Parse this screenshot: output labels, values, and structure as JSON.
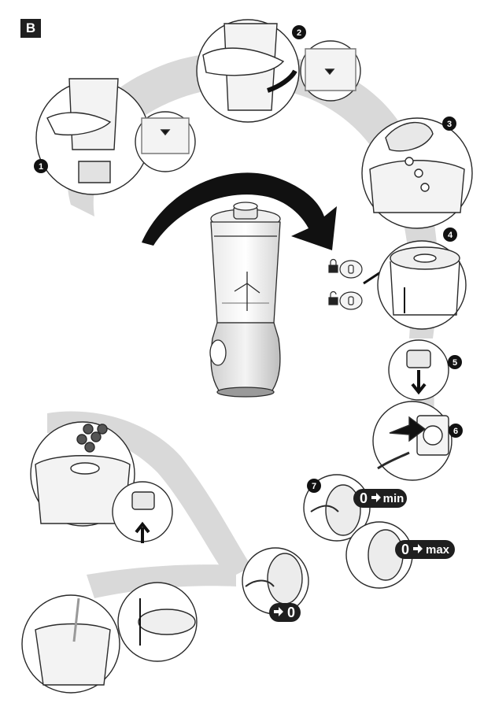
{
  "section_label": "B",
  "steps": [
    "1",
    "2",
    "3",
    "4",
    "5",
    "6",
    "7"
  ],
  "speed": {
    "min_from": "0",
    "min_to": "min",
    "max_from": "0",
    "max_to": "max",
    "off_to": "0"
  },
  "colors": {
    "swoosh": "#d9d9d9",
    "ink": "#2a2a2a",
    "badge": "#1f1f1f",
    "light_gray": "#efefef",
    "mid_gray": "#bdbdbd"
  }
}
